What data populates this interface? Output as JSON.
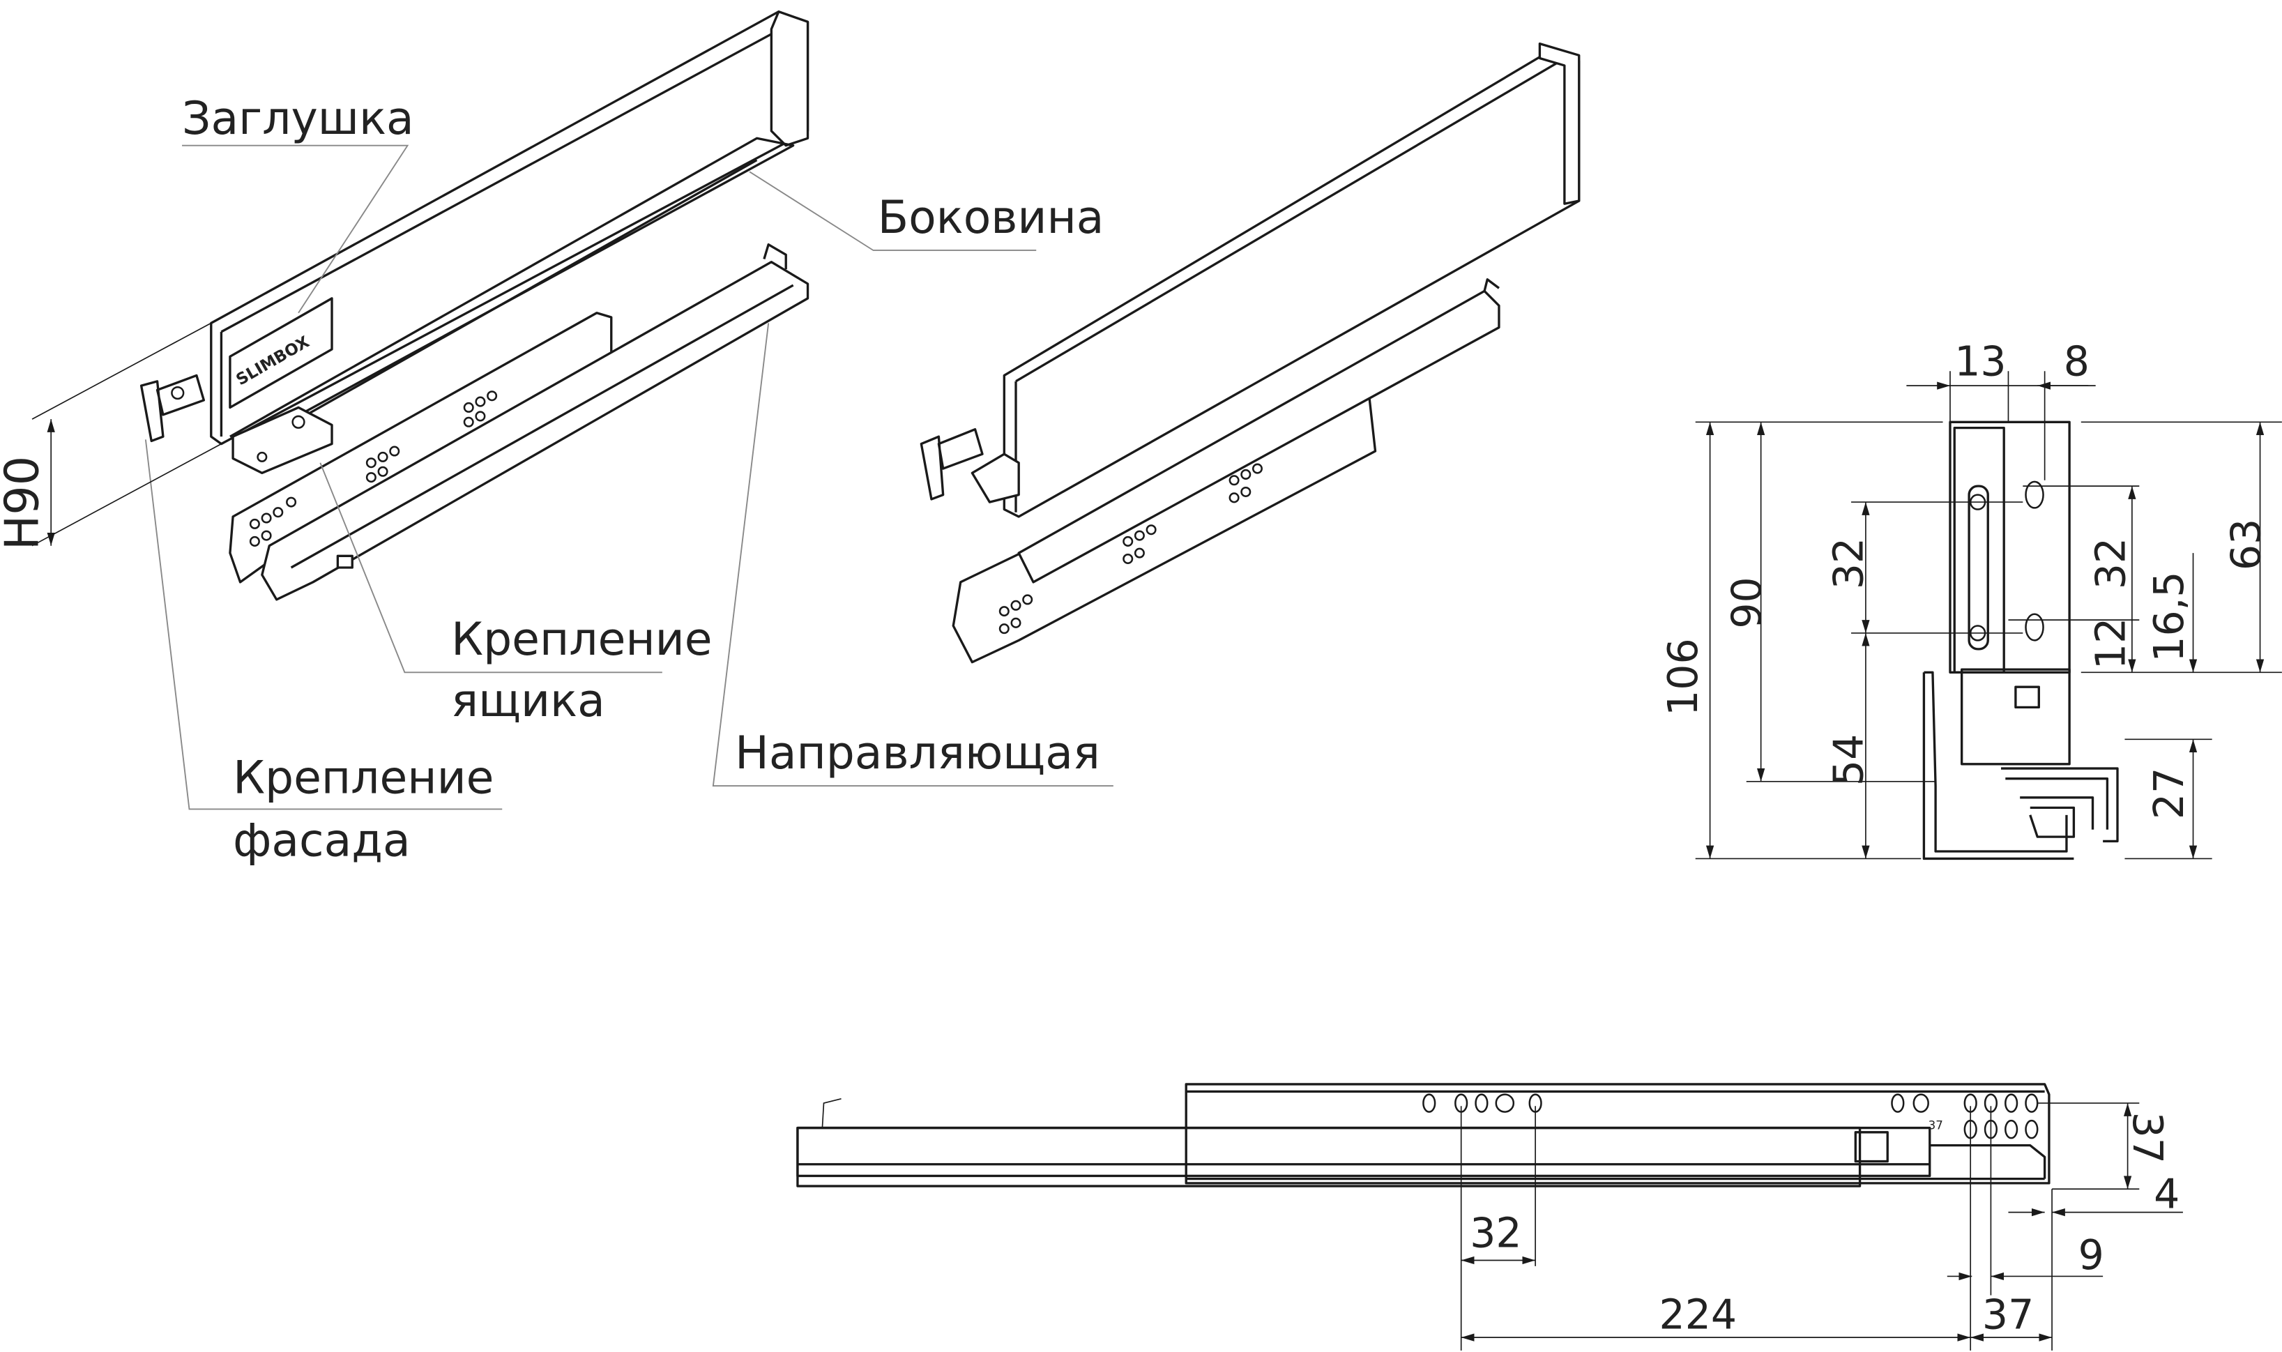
{
  "labels": {
    "cap": "Заглушка",
    "side": "Боковина",
    "box_mount_1": "Крепление",
    "box_mount_2": "ящика",
    "front_mount_1": "Крепление",
    "front_mount_2": "фасада",
    "runner": "Направляющая",
    "height": "H90",
    "logo": "SLIMBOX"
  },
  "section_dims": {
    "w13": "13",
    "w8": "8",
    "h106": "106",
    "h90": "90",
    "h32_left": "32",
    "h54": "54",
    "h32_right": "32",
    "h12": "12",
    "h16_5": "16,5",
    "h63": "63",
    "h27": "27"
  },
  "runner_dims": {
    "h37": "37",
    "d4": "4",
    "d32": "32",
    "d9": "9",
    "d224": "224",
    "d37": "37",
    "angle_37": "37"
  },
  "colors": {
    "line": "#1a1a1a",
    "leader": "#888888",
    "background": "#ffffff"
  }
}
